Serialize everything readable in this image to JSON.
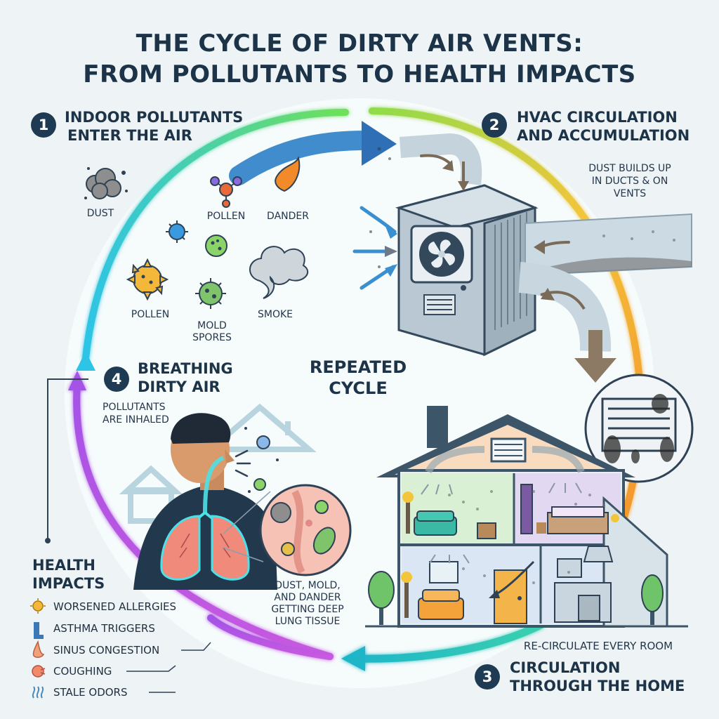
{
  "title": {
    "line1": "THE CYCLE OF DIRTY AIR VENTS:",
    "line2": "FROM POLLUTANTS TO HEALTH IMPACTS"
  },
  "steps": [
    {
      "number": "1",
      "line1": "INDOOR POLLUTANTS",
      "line2": "ENTER THE AIR"
    },
    {
      "number": "2",
      "line1": "HVAC CIRCULATION",
      "line2": "AND ACCUMULATION"
    },
    {
      "number": "3",
      "line1": "CIRCULATION",
      "line2": "THROUGH THE HOME"
    },
    {
      "number": "4",
      "line1": "BREATHING",
      "line2": "DIRTY AIR"
    }
  ],
  "pollutants": {
    "dust": "DUST",
    "pollen_top": "POLLEN",
    "dander": "DANDER",
    "pollen_bottom": "POLLEN",
    "mold_line1": "MOLD",
    "mold_line2": "SPORES",
    "smoke": "SMOKE"
  },
  "duct_note": {
    "line1": "DUST BUILDS UP",
    "line2": "IN DUCTS & ON",
    "line3": "VENTS"
  },
  "center_label": {
    "line1": "REPEATED",
    "line2": "CYCLE"
  },
  "inhale_note": {
    "line1": "POLLUTANTS",
    "line2": "ARE INHALED"
  },
  "lung_note": {
    "line1": "DUST, MOLD,",
    "line2": "AND DANDER",
    "line3": "GETTING DEEP",
    "line4": "LUNG TISSUE"
  },
  "recirculate_note": "RE-CIRCULATE EVERY ROOM",
  "health": {
    "heading_line1": "HEALTH",
    "heading_line2": "IMPACTS",
    "items": [
      {
        "label": "WORSENED ALLERGIES",
        "icon": "allergy-icon",
        "color": "#e0a21e"
      },
      {
        "label": "ASTHMA TRIGGERS",
        "icon": "inhaler-icon",
        "color": "#3a78b8"
      },
      {
        "label": "SINUS CONGESTION",
        "icon": "nose-icon",
        "color": "#e07a4a"
      },
      {
        "label": "COUGHING",
        "icon": "cough-icon",
        "color": "#e06a5a"
      },
      {
        "label": "STALE ODORS",
        "icon": "odor-icon",
        "color": "#4a8ab8"
      }
    ]
  },
  "colors": {
    "arc_green": "#54d46a",
    "arc_cyan": "#2ec4e6",
    "arc_orange": "#f39a2a",
    "arc_purple": "#a452e6",
    "arc_teal": "#1fb6a8",
    "navy": "#1f3b53"
  }
}
